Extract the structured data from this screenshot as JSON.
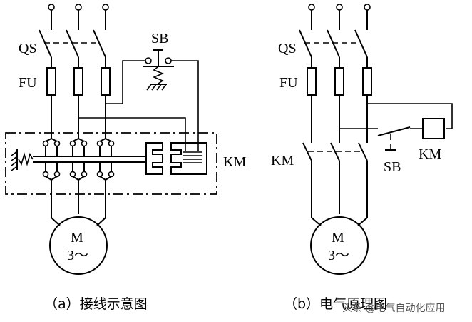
{
  "left": {
    "qs": "QS",
    "fu": "FU",
    "sb": "SB",
    "km": "KM",
    "motor_m": "M",
    "motor_phase": "3～",
    "caption": "（a）接线示意图"
  },
  "right": {
    "qs": "QS",
    "fu": "FU",
    "km_contacts": "KM",
    "sb": "SB",
    "km_coil": "KM",
    "motor_m": "M",
    "motor_phase": "3～",
    "caption": "（b）电气原理图"
  },
  "watermark": "头条 @电气自动化应用"
}
